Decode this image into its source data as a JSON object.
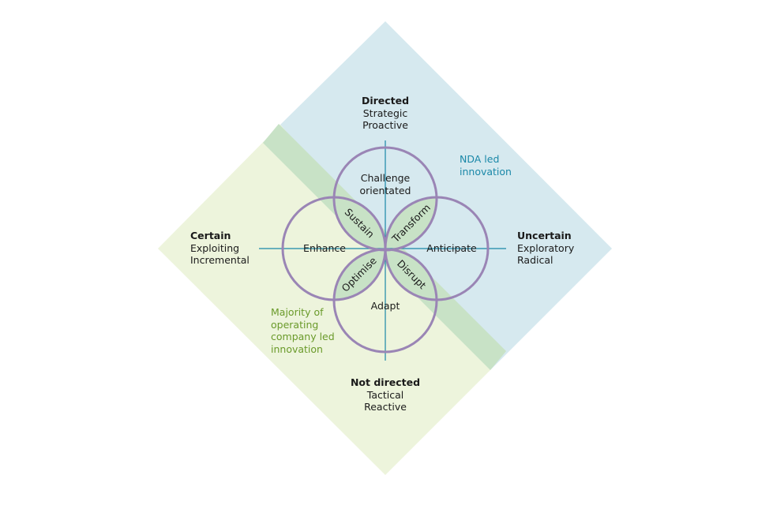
{
  "axes": {
    "top": {
      "title": "Directed",
      "line1": "Strategic",
      "line2": "Proactive"
    },
    "left": {
      "title": "Certain",
      "line1": "Exploiting",
      "line2": "Incremental"
    },
    "right": {
      "title": "Uncertain",
      "line1": "Exploratory",
      "line2": "Radical"
    },
    "bottom": {
      "title": "Not directed",
      "line1": "Tactical",
      "line2": "Reactive"
    }
  },
  "regions": {
    "upper_right": {
      "line1": "NDA led",
      "line2": "innovation",
      "color": "#1a88a8"
    },
    "lower_left": {
      "line1": "Majority of",
      "line2": "operating",
      "line3": "company led",
      "line4": "innovation",
      "color": "#6a9a2a"
    }
  },
  "circles": {
    "top": {
      "line1": "Challenge",
      "line2": "orientated"
    },
    "left": {
      "label": "Enhance"
    },
    "right": {
      "label": "Anticipate"
    },
    "bottom": {
      "label": "Adapt"
    }
  },
  "overlaps": {
    "top_left": "Sustain",
    "top_right": "Transform",
    "bottom_left": "Optimise",
    "bottom_right": "Disrupt"
  },
  "colors": {
    "blue_region": "#d6e9ef",
    "green_region": "#edf4dc",
    "band": "#c8e2c6",
    "circle_stroke": "#9a85b5",
    "axis": "#1a88a8",
    "overlap_fill": "#c8e2c6"
  }
}
